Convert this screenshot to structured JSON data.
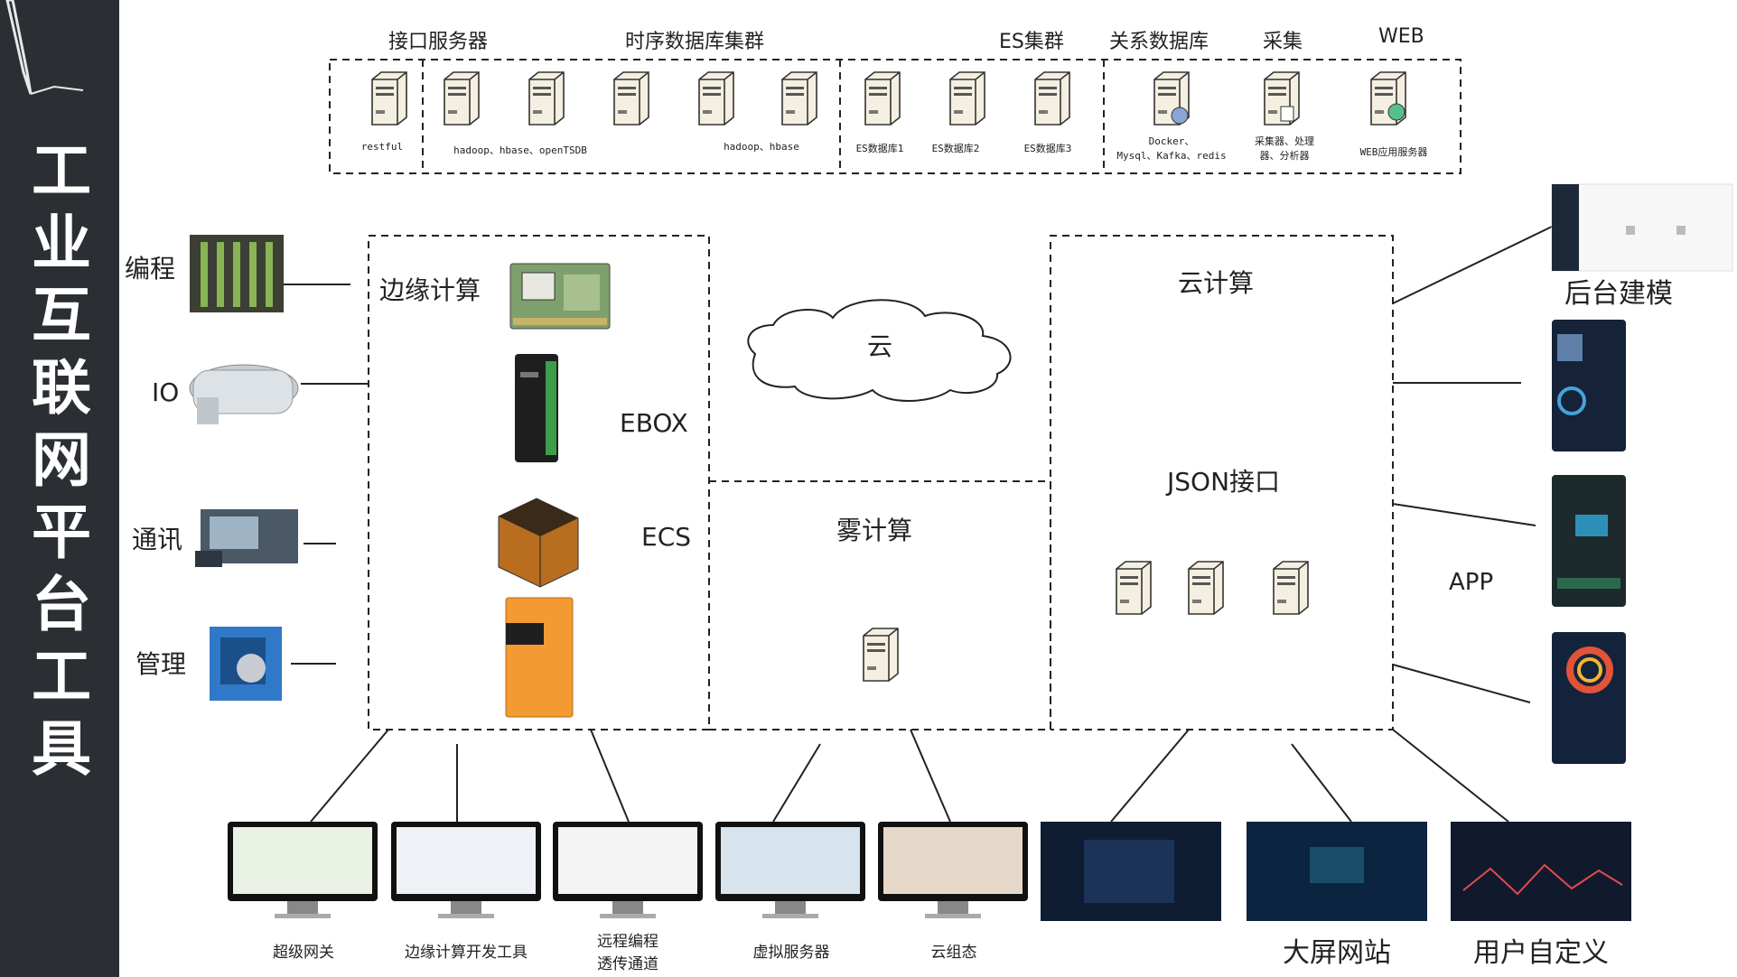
{
  "sidebar": {
    "title_chars": [
      "工",
      "业",
      "互",
      "联",
      "网",
      "平",
      "台",
      "工",
      "具"
    ]
  },
  "top": {
    "groups": [
      {
        "label": "接口服务器"
      },
      {
        "label": "时序数据库集群"
      },
      {
        "label": "ES集群"
      },
      {
        "label": "关系数据库"
      },
      {
        "label": "采集"
      },
      {
        "label": "WEB"
      }
    ],
    "server_labels": {
      "restful": "restful",
      "hadoop1": "hadoop、hbase、openTSDB",
      "hadoop2": "hadoop、hbase",
      "es1": "ES数据库1",
      "es2": "ES数据库2",
      "es3": "ES数据库3",
      "docker": "Docker、\nMysql、Kafka、redis",
      "collector": "采集器、处理\n器、分析器",
      "web": "WEB应用服务器"
    }
  },
  "left": {
    "items": [
      {
        "label": "编程"
      },
      {
        "label": "IO"
      },
      {
        "label": "通讯"
      },
      {
        "label": "管理"
      }
    ]
  },
  "edge": {
    "title": "边缘计算",
    "ebox": "EBOX",
    "ecs": "ECS"
  },
  "cloud_shape": {
    "label": "云"
  },
  "fog": {
    "title": "雾计算"
  },
  "cloud": {
    "title": "云计算",
    "json": "JSON接口"
  },
  "right": {
    "modeling": "后台建模",
    "app": "APP"
  },
  "bottom": {
    "items": [
      {
        "label": "超级网关"
      },
      {
        "label": "边缘计算开发工具"
      },
      {
        "label": "远程编程\n透传通道"
      },
      {
        "label": "虚拟服务器"
      },
      {
        "label": "云组态"
      },
      {
        "label": "大屏网站"
      },
      {
        "label": "用户自定义"
      }
    ]
  }
}
